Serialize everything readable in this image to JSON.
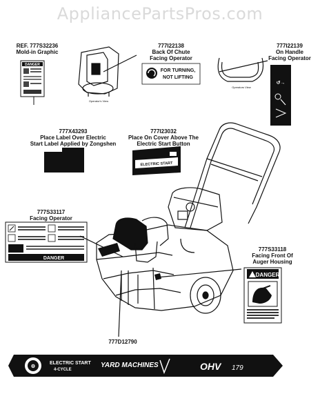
{
  "watermark": "AppliancePartsPros.com",
  "callouts": {
    "c1": {
      "part": "REF. 777S32236",
      "desc": "Mold-in Graphic"
    },
    "c2": {
      "part": "777I22138",
      "desc1": "Back Of Chute",
      "desc2": "Facing Operator"
    },
    "c3": {
      "part": "777I22139",
      "desc1": "On Handle",
      "desc2": "Facing Operator"
    },
    "c4": {
      "part": "777X43293",
      "desc1": "Place Label Over Electric",
      "desc2": "Start Label Applied by Zongshen"
    },
    "c5": {
      "part": "777I23032",
      "desc1": "Place On Cover Above The",
      "desc2": "Electric Start Button"
    },
    "c6": {
      "part": "777S33117",
      "desc": "Facing Operator"
    },
    "c7": {
      "part": "777S33118",
      "desc1": "Facing Front Of",
      "desc2": "Auger Housing"
    },
    "c8": {
      "part": "777D12790"
    }
  },
  "decal_text": {
    "danger": "DANGER",
    "turning1": "FOR TURNING,",
    "turning2": "NOT LIFTING",
    "electric_start": "ELECTRIC START",
    "operator_view": "Operators View",
    "operator_view2": "Operator's View",
    "banner_start": "ELECTRIC START",
    "banner_cycle": "4-CYCLE",
    "banner_brand": "YARD MACHINES",
    "banner_engine": "OHV",
    "banner_cc": "179"
  },
  "colors": {
    "ink": "#111111",
    "paper": "#ffffff",
    "watermark": "#dadada"
  }
}
